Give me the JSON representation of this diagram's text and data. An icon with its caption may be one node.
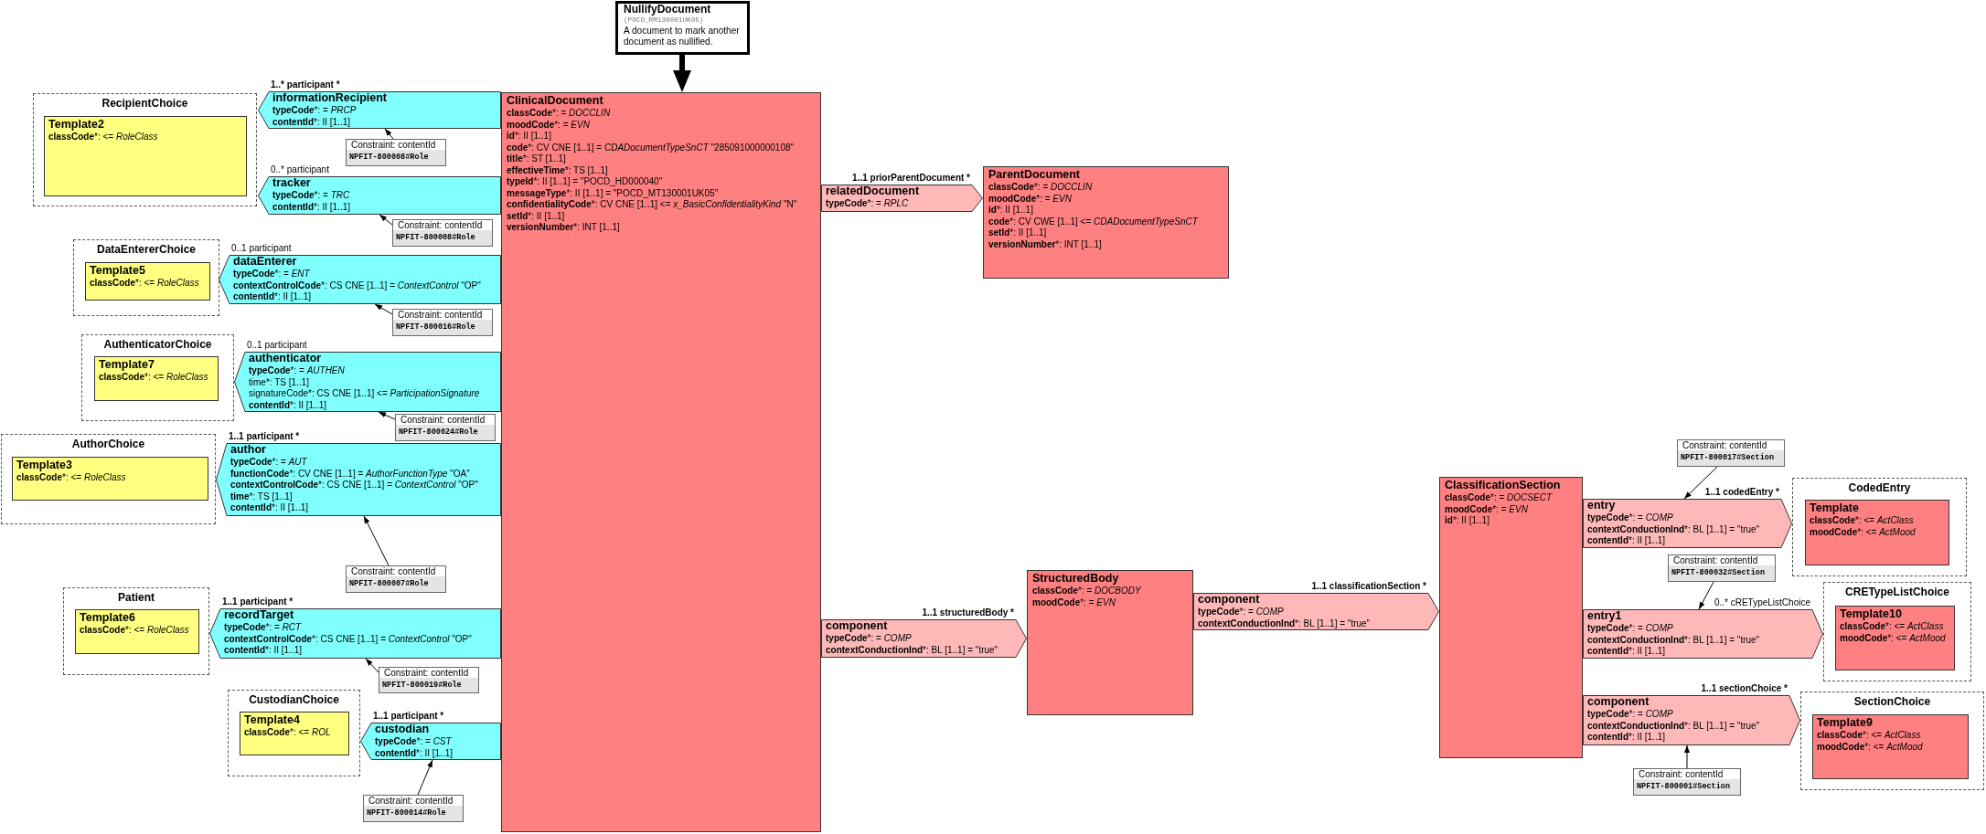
{
  "diagram": {
    "nodes": [
      {
        "text": [
          "NullifyDocument",
          "(POCD_RM130001UK05)",
          "A document to mark another document as nullified."
        ]
      },
      {
        "text": [
          "RecipientChoice"
        ]
      },
      {
        "text": [
          "Template2",
          "classCode*: <= RoleClass"
        ],
        "in": 1
      },
      {
        "text": [
          "informationRecipient",
          "typeCode*: = PRCP",
          "contentId*: II [1..1]"
        ],
        "beside": [
          "1..* participant *"
        ]
      },
      {
        "text": [
          "Constraint: contentId",
          "NPFIT-800008#Role"
        ]
      },
      {
        "text": [
          "tracker",
          "typeCode*: = TRC",
          "contentId*: II [1..1]"
        ],
        "beside": [
          "0..* participant"
        ]
      },
      {
        "text": [
          "Constraint: contentId",
          "NPFIT-800008#Role"
        ]
      },
      {
        "text": [
          "DataEntererChoice"
        ]
      },
      {
        "text": [
          "Template5",
          "classCode*: <= RoleClass"
        ],
        "in": 7
      },
      {
        "text": [
          "dataEnterer",
          "typeCode*: = ENT",
          "contextControlCode*: CS CNE [1..1] = ContextControl \"OP\"",
          "contentId*: II [1..1]"
        ],
        "beside": [
          "0..1 participant"
        ]
      },
      {
        "text": [
          "Constraint: contentId",
          "NPFIT-800016#Role"
        ]
      },
      {
        "text": [
          "AuthenticatorChoice"
        ]
      },
      {
        "text": [
          "Template7",
          "classCode*: <= RoleClass"
        ],
        "in": 11
      },
      {
        "text": [
          "authenticator",
          "typeCode*: = AUTHEN",
          "time*: TS [1..1]",
          "signatureCode*: CS CNE [1..1] <= ParticipationSignature",
          "contentId*: II [1..1]"
        ],
        "beside": [
          "0..1 participant"
        ]
      },
      {
        "text": [
          "Constraint: contentId",
          "NPFIT-800024#Role"
        ]
      },
      {
        "text": [
          "AuthorChoice"
        ]
      },
      {
        "text": [
          "Template3",
          "classCode*: <= RoleClass"
        ],
        "in": 15
      },
      {
        "text": [
          "author",
          "typeCode*: = AUT",
          "functionCode*: CV CNE [1..1] = AuthorFunctionType \"OA\"",
          "contextControlCode*: CS CNE [1..1] = ContextControl \"OP\"",
          "time*: TS [1..1]",
          "contentId*: II [1..1]"
        ],
        "beside": [
          "1..1 participant *"
        ]
      },
      {
        "text": [
          "Constraint: contentId",
          "NPFIT-800007#Role"
        ]
      },
      {
        "text": [
          "Patient"
        ]
      },
      {
        "text": [
          "Template6",
          "classCode*: <= RoleClass"
        ],
        "in": 19
      },
      {
        "text": [
          "recordTarget",
          "typeCode*: = RCT",
          "contextControlCode*: CS CNE [1..1] = ContextControl \"OP\"",
          "contentId*: II [1..1]"
        ],
        "beside": [
          "1..1 participant *"
        ]
      },
      {
        "text": [
          "Constraint: contentId",
          "NPFIT-800019#Role"
        ]
      },
      {
        "text": [
          "CustodianChoice"
        ]
      },
      {
        "text": [
          "Template4",
          "classCode*: <= ROL"
        ],
        "in": 23
      },
      {
        "text": [
          "custodian",
          "typeCode*: = CST",
          "contentId*: II [1..1]"
        ],
        "beside": [
          "1..1 participant *"
        ]
      },
      {
        "text": [
          "Constraint: contentId",
          "NPFIT-800014#Role"
        ]
      },
      {
        "text": [
          "ClinicalDocument",
          "classCode*: = DOCCLIN",
          "moodCode*: = EVN",
          "id*: II [1..1]",
          "code*: CV CNE [1..1] = CDADocumentTypeSnCT \"285091000000108\"",
          "title*: ST [1..1]",
          "effectiveTime*: TS [1..1]",
          "typeId*: II [1..1] = \"POCD_HD000040\"",
          "messageType*: II [1..1] = \"POCD_MT130001UK05\"",
          "confidentialityCode*: CV CNE [1..1] <= x_BasicConfidentialityKind \"N\"",
          "setId*: II [1..1]",
          "versionNumber*: INT [1..1]"
        ]
      },
      {
        "text": [
          "relatedDocument",
          "typeCode*: = RPLC"
        ],
        "beside": [
          "1..1 priorParentDocument *"
        ]
      },
      {
        "text": [
          "ParentDocument",
          "classCode*: = DOCCLIN",
          "moodCode*: = EVN",
          "id*: II [1..1]",
          "code*: CV CWE [1..1] <= CDADocumentTypeSnCT",
          "setId*: II [1..1]",
          "versionNumber*: INT [1..1]"
        ]
      },
      {
        "text": [
          "component",
          "typeCode*: = COMP",
          "contextConductionInd*: BL [1..1] = \"true\""
        ],
        "beside": [
          "1..1 structuredBody *"
        ]
      },
      {
        "text": [
          "StructuredBody",
          "classCode*: = DOCBODY",
          "moodCode*: = EVN"
        ]
      },
      {
        "text": [
          "component",
          "typeCode*: = COMP",
          "contextConductionInd*: BL [1..1] = \"true\""
        ],
        "beside": [
          "1..1 classificationSection *"
        ]
      },
      {
        "text": [
          "Constraint: contentId",
          "NPFIT-800017#Section"
        ]
      },
      {
        "text": [
          "ClassificationSection",
          "classCode*: = DOCSECT",
          "moodCode*: = EVN",
          "id*: II [1..1]"
        ]
      },
      {
        "text": [
          "entry",
          "typeCode*: = COMP",
          "contextConductionInd*: BL [1..1] = \"true\"",
          "contentId*: II [1..1]"
        ],
        "beside": [
          "1..1 codedEntry *"
        ]
      },
      {
        "text": [
          "CodedEntry"
        ]
      },
      {
        "text": [
          "Template",
          "classCode*: <= ActClass",
          "moodCode*: <= ActMood"
        ],
        "in": 36
      },
      {
        "text": [
          "Constraint: contentId",
          "NPFIT-800032#Section"
        ]
      },
      {
        "text": [
          "entry1",
          "typeCode*: = COMP",
          "contextConductionInd*: BL [1..1] = \"true\"",
          "contentId*: II [1..1]"
        ],
        "beside": [
          "0..* cRETypeListChoice"
        ]
      },
      {
        "text": [
          "CRETypeListChoice"
        ]
      },
      {
        "text": [
          "Template10",
          "classCode*: <= ActClass",
          "moodCode*: <= ActMood"
        ],
        "in": 40
      },
      {
        "text": [
          "component",
          "typeCode*: = COMP",
          "contextConductionInd*: BL [1..1] = \"true\"",
          "contentId*: II [1..1]"
        ],
        "beside": [
          "1..1 sectionChoice *"
        ]
      },
      {
        "text": [
          "SectionChoice"
        ]
      },
      {
        "text": [
          "Template9",
          "classCode*: <= ActClass",
          "moodCode*: <= ActMood"
        ],
        "in": 43
      },
      {
        "text": [
          "Constraint: contentId",
          "NPFIT-800001#Section"
        ]
      }
    ],
    "edges": [
      {
        "from": 0,
        "to": 27,
        "arrow": "to",
        "style": "thick"
      },
      {
        "from": 4,
        "to": 3,
        "arrow": "to"
      },
      {
        "from": 6,
        "to": 5,
        "arrow": "to"
      },
      {
        "from": 10,
        "to": 9,
        "arrow": "to"
      },
      {
        "from": 14,
        "to": 13,
        "arrow": "to"
      },
      {
        "from": 18,
        "to": 17,
        "arrow": "to"
      },
      {
        "from": 22,
        "to": 21,
        "arrow": "to"
      },
      {
        "from": 26,
        "to": 25,
        "arrow": "to"
      },
      {
        "from": 33,
        "to": 35,
        "arrow": "to"
      },
      {
        "from": 38,
        "to": 39,
        "arrow": "to"
      },
      {
        "from": 45,
        "to": 42,
        "arrow": "to"
      }
    ]
  }
}
